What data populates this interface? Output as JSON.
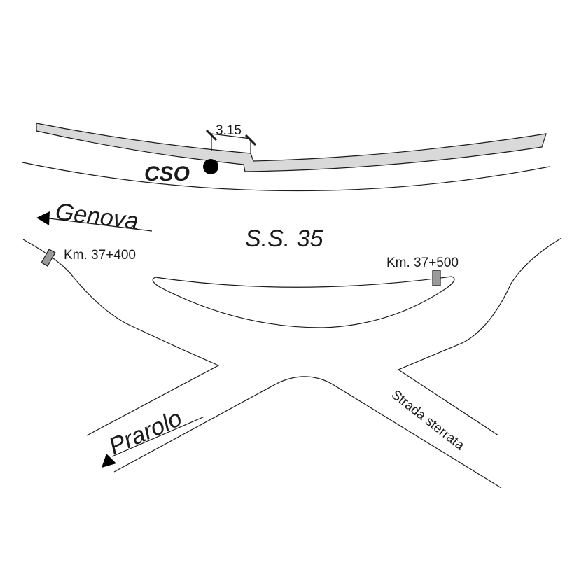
{
  "labels": {
    "cso": "CSO",
    "dimension": "3.15",
    "road_name": "S.S. 35",
    "genova": "Genova",
    "prarolo": "Prarolo",
    "km_left": "Km. 37+400",
    "km_right": "Km. 37+500",
    "strada": "Strada sterrata"
  },
  "colors": {
    "line": "#1a1a1a",
    "wall_fill": "#d9d9d9",
    "marker_fill": "#9a9a9a"
  }
}
